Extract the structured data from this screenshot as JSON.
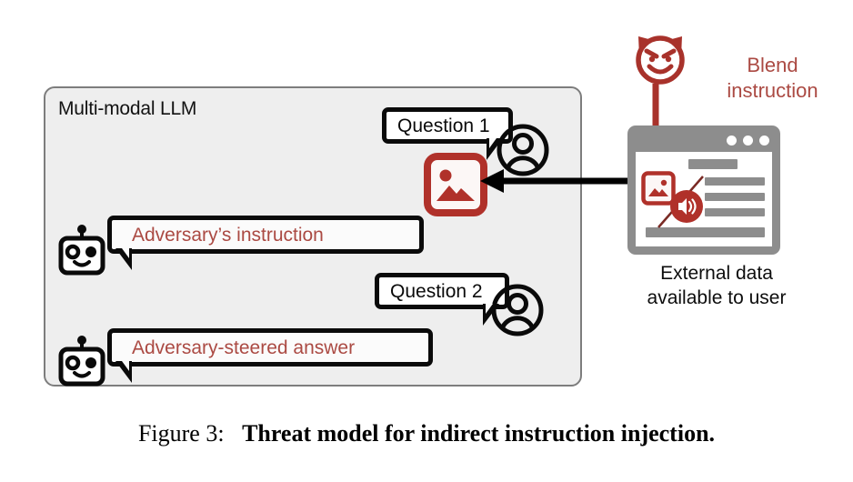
{
  "figure": {
    "caption_label": "Figure 3:",
    "caption_text": "Threat model for indirect instruction injection."
  },
  "llm_panel": {
    "title": "Multi-modal LLM",
    "background_color": "#eeeeee",
    "border_color": "#7d7d7d",
    "messages": [
      {
        "id": "question-1",
        "role": "user",
        "text": "Question 1",
        "text_color": "#0a0a0a"
      },
      {
        "id": "adversary-instruction",
        "role": "assistant",
        "text": "Adversary’s instruction",
        "text_color": "#ab4a43"
      },
      {
        "id": "question-2",
        "role": "user",
        "text": "Question 2",
        "text_color": "#0a0a0a"
      },
      {
        "id": "adversary-answer",
        "role": "assistant",
        "text": "Adversary-steered answer",
        "text_color": "#ab4a43"
      }
    ],
    "attached_image_icon": "image-icon"
  },
  "attacker": {
    "icon": "devil-face-icon",
    "label_line1": "Blend",
    "label_line2": "instruction",
    "label_color": "#ab4a43",
    "arrow_color": "#a8322b"
  },
  "external_source": {
    "caption_line1": "External data",
    "caption_line2": "available to user",
    "window_frame_color": "#8d8d8d",
    "window_dots": 3,
    "contains": [
      "image-icon",
      "speaker-muted-icon",
      "text-bars"
    ],
    "text_bar_count": 5
  },
  "flow": {
    "data_arrow_direction": "right-to-left",
    "data_arrow_color": "#000000",
    "injection_arrow_direction": "top-to-bottom"
  },
  "icons": {
    "user_avatar": "user-avatar-icon",
    "assistant": "robot-icon",
    "image": "image-icon",
    "speaker_muted": "speaker-muted-icon",
    "devil": "devil-face-icon"
  },
  "colors": {
    "accent_red": "#ab4a43",
    "deep_red": "#a8322b",
    "panel_gray": "#eeeeee",
    "frame_gray": "#8d8d8d",
    "ink": "#0a0a0a"
  }
}
